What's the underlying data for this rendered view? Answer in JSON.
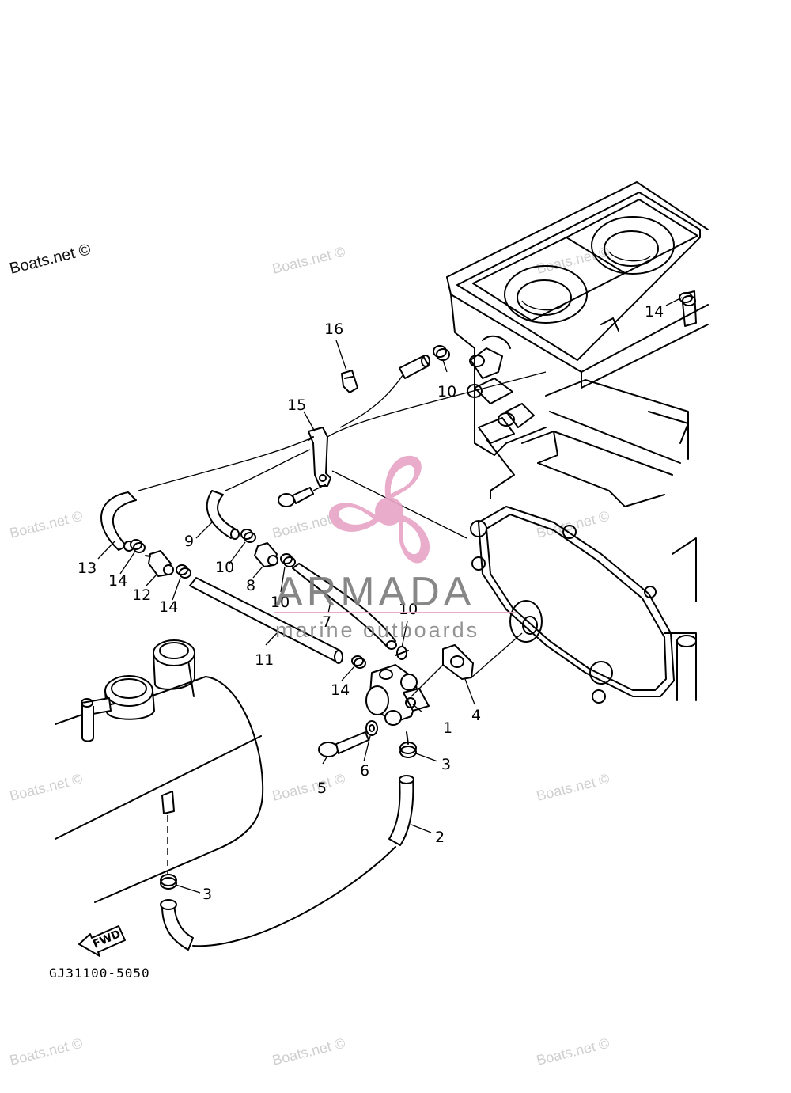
{
  "diagram_code": "GJ31100-5050",
  "fwd_label": "FWD",
  "watermark_text": "Boats.net ©",
  "brand": {
    "name": "ARMADA",
    "tagline": "marine outboards",
    "logo_color": "#e8a6c6",
    "text_color": "#7d7d7d"
  },
  "parts": [
    {
      "id": "p1",
      "label": "1"
    },
    {
      "id": "p2",
      "label": "2"
    },
    {
      "id": "p3a",
      "label": "3"
    },
    {
      "id": "p3b",
      "label": "3"
    },
    {
      "id": "p4",
      "label": "4"
    },
    {
      "id": "p5",
      "label": "5"
    },
    {
      "id": "p6",
      "label": "6"
    },
    {
      "id": "p7",
      "label": "7"
    },
    {
      "id": "p8",
      "label": "8"
    },
    {
      "id": "p9",
      "label": "9"
    },
    {
      "id": "p10a",
      "label": "10"
    },
    {
      "id": "p10b",
      "label": "10"
    },
    {
      "id": "p10c",
      "label": "10"
    },
    {
      "id": "p10d",
      "label": "10"
    },
    {
      "id": "p11",
      "label": "11"
    },
    {
      "id": "p12",
      "label": "12"
    },
    {
      "id": "p13",
      "label": "13"
    },
    {
      "id": "p14a",
      "label": "14"
    },
    {
      "id": "p14b",
      "label": "14"
    },
    {
      "id": "p14c",
      "label": "14"
    },
    {
      "id": "p14d",
      "label": "14"
    },
    {
      "id": "p15",
      "label": "15"
    },
    {
      "id": "p16",
      "label": "16"
    }
  ]
}
